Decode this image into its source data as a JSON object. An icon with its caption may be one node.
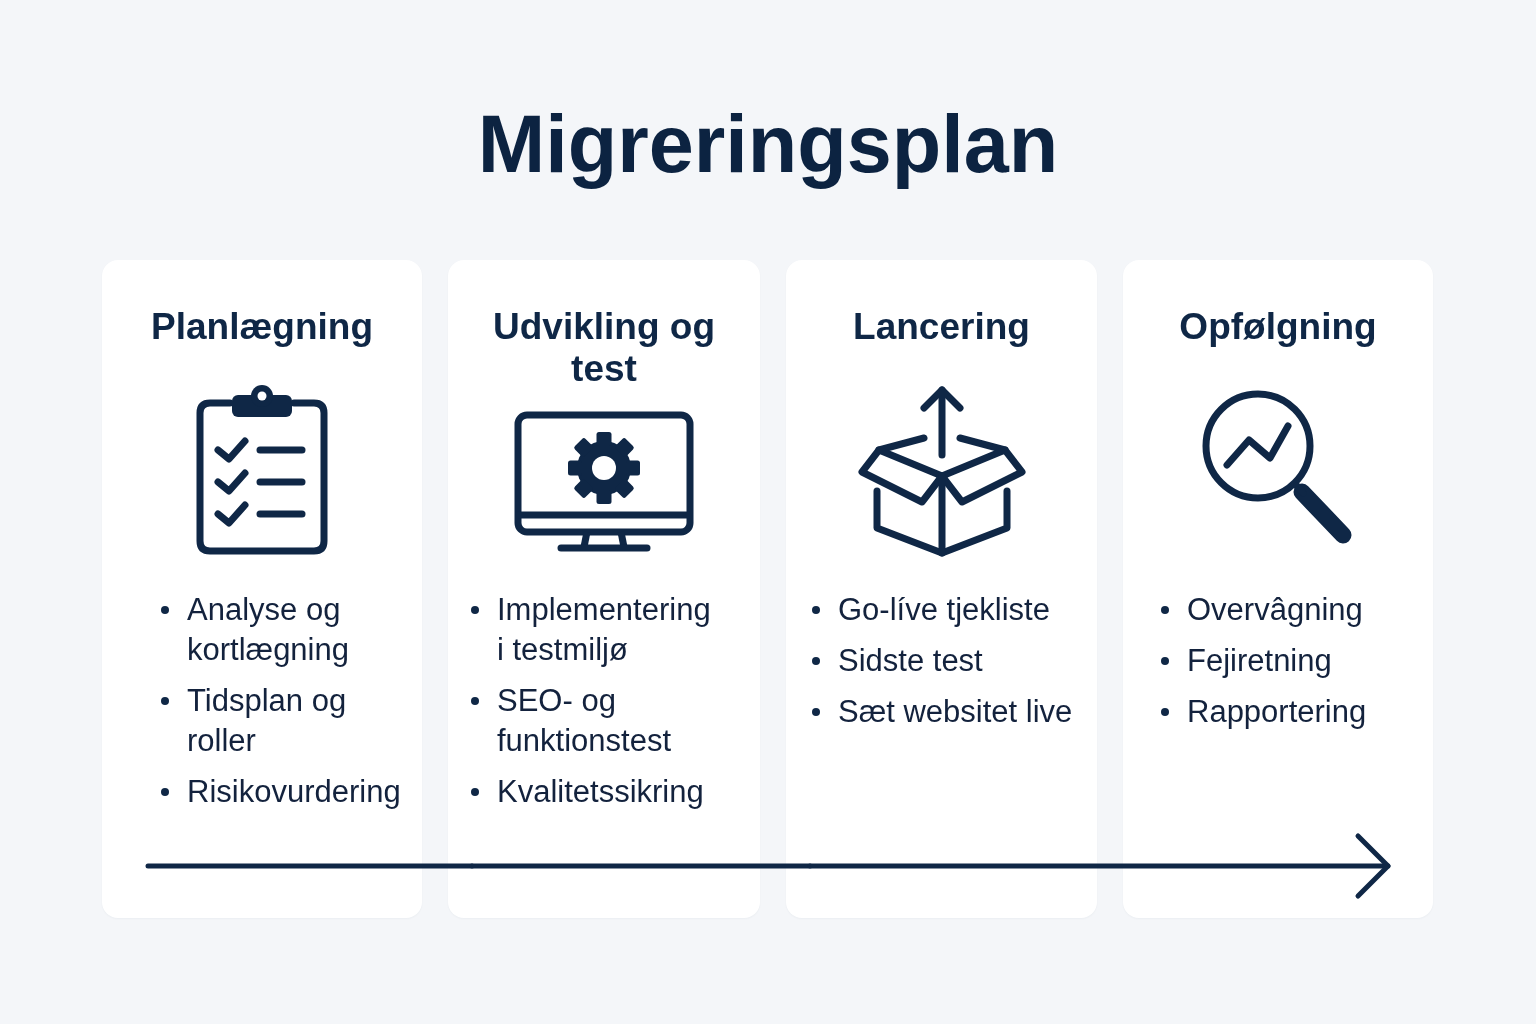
{
  "diagram": {
    "title": "Migreringsplan",
    "nodes": [
      {
        "text": [
          "Planlægning",
          "Analyse og kortlægning",
          "Tidsplan og roller",
          "Risikovurdering"
        ]
      },
      {
        "text": [
          "Udvikling og test",
          "Implementering i testmiljø",
          "SEO- og funktionstest",
          "Kvalitetssikring"
        ]
      },
      {
        "text": [
          "Lancering",
          "Go-líve tjekliste",
          "Sidste test",
          "Sæt websitet live"
        ]
      },
      {
        "text": [
          "Opfølgning",
          "Overvâgning",
          "Fejiretning",
          "Rapportering"
        ]
      }
    ],
    "edges": [
      {
        "from": 0,
        "to": 1,
        "arrow": "none"
      },
      {
        "from": 1,
        "to": 2,
        "arrow": "none"
      },
      {
        "from": 2,
        "to": 3,
        "arrow": "to"
      }
    ]
  }
}
